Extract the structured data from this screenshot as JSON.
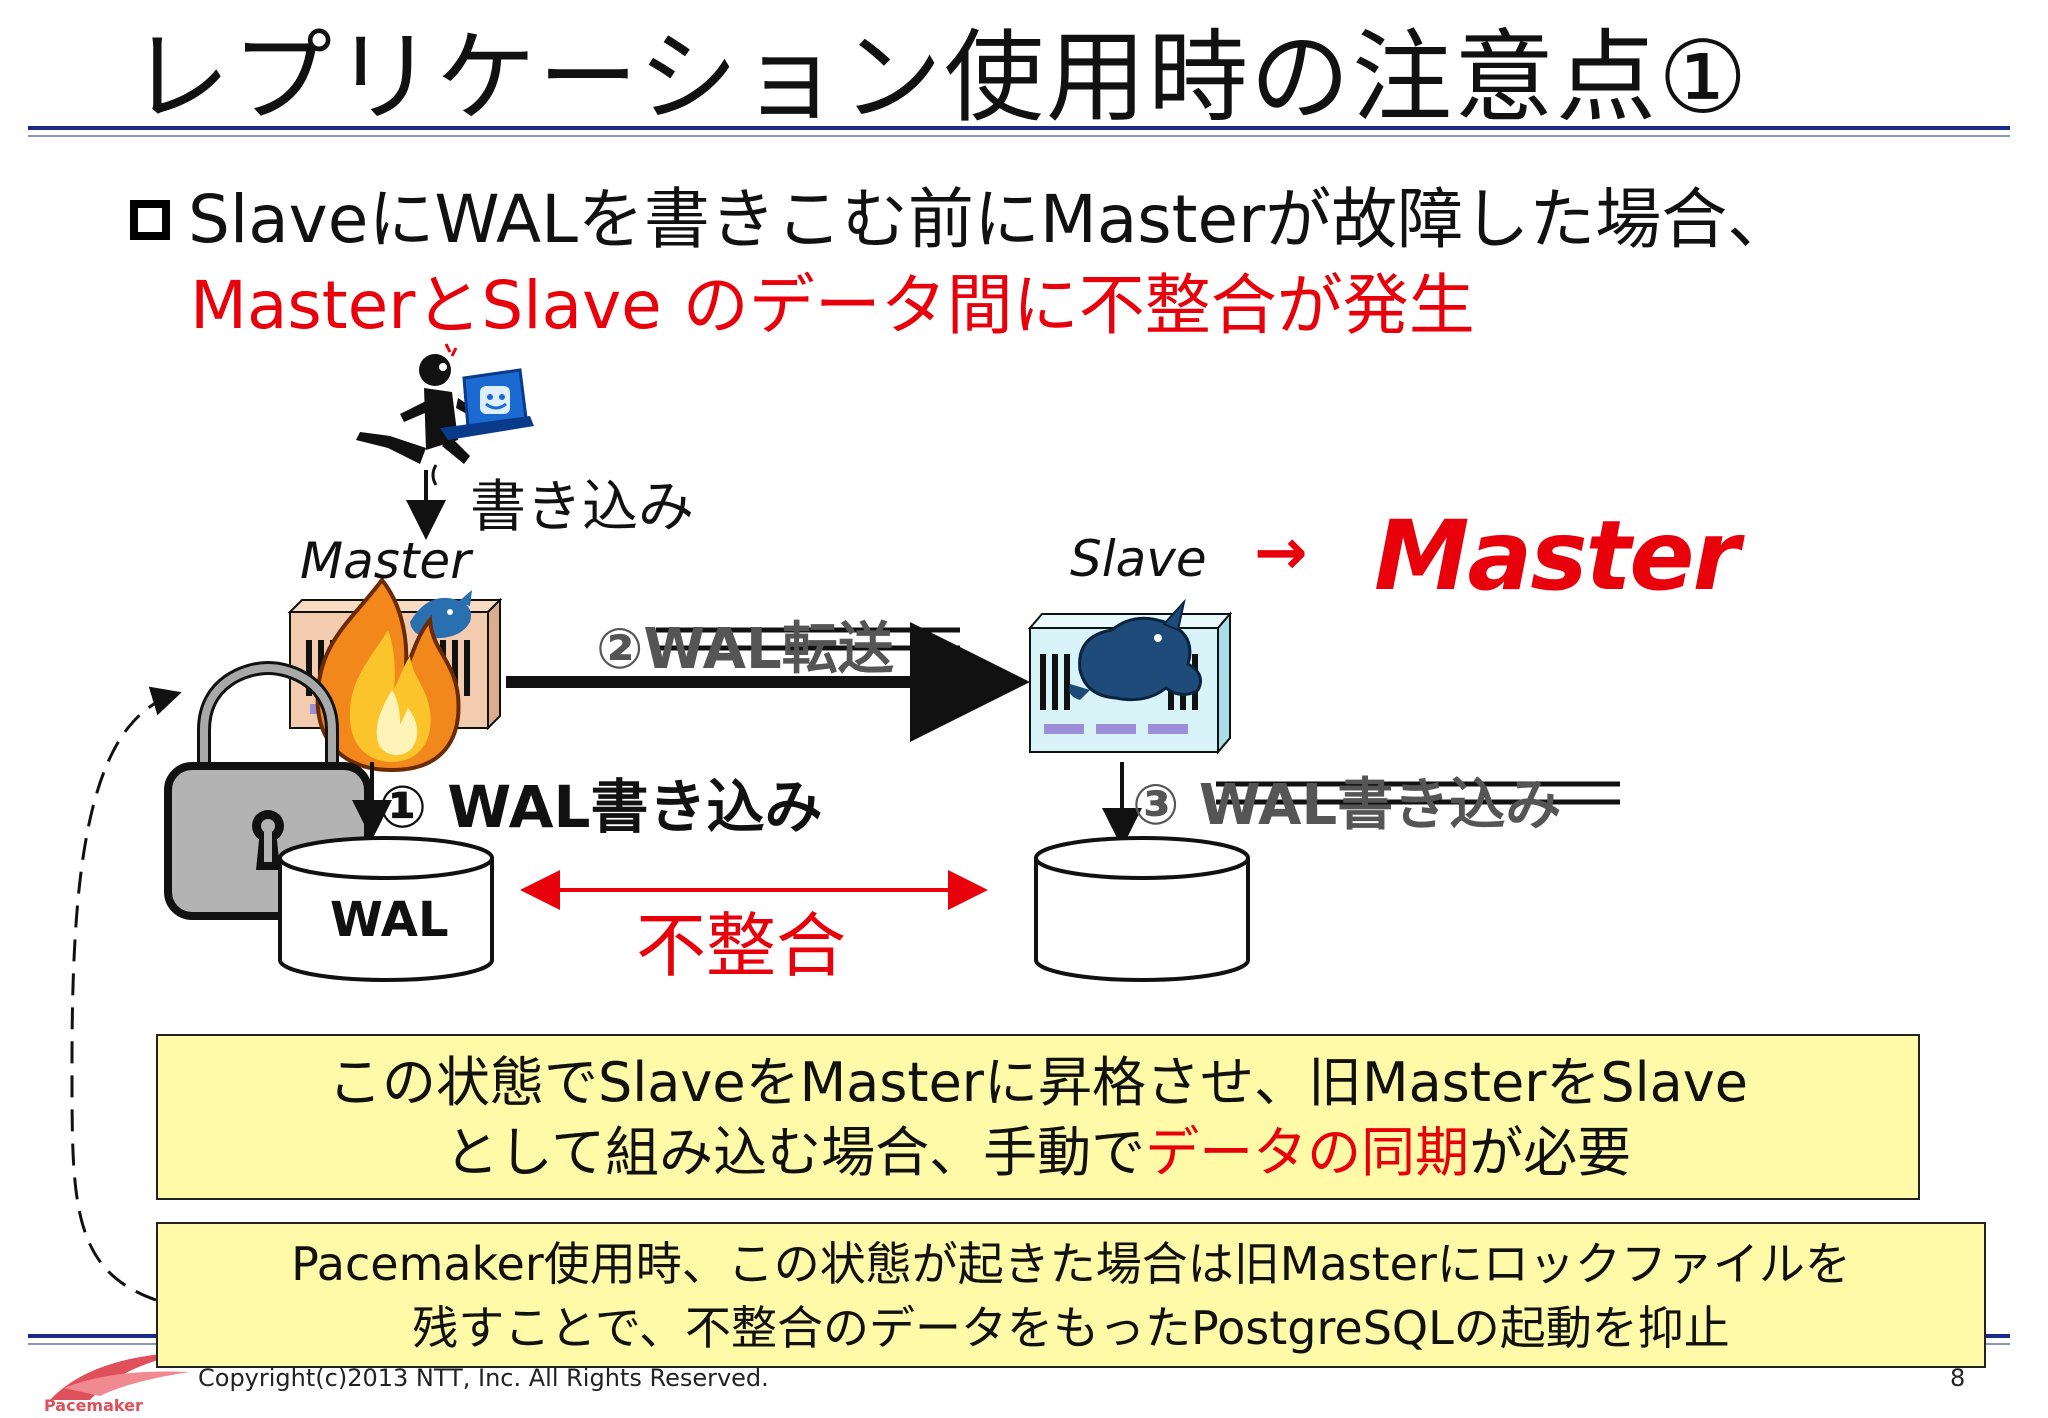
{
  "slide": {
    "title": "レプリケーション使用時の注意点①",
    "bullet": "SlaveにWALを書きこむ前にMasterが故障した場合、",
    "bullet_red": "MasterとSlave のデータ間に不整合が発生"
  },
  "diagram": {
    "write_label": "書き込み",
    "master_label": "Master",
    "slave_label": "Slave",
    "promote_arrow": "→",
    "promoted_label": "Master",
    "step1_label": "① WAL書き込み",
    "step2_label": "②WAL転送",
    "step3_label": "③ WAL書き込み",
    "wal_db_label": "WAL",
    "mismatch_label": "不整合"
  },
  "boxes": {
    "box1_line1": "この状態でSlaveをMasterに昇格させ、旧MasterをSlave",
    "box1_line2_prefix": "として組み込む場合、手動で",
    "box1_line2_red": "データの同期",
    "box1_line2_suffix": "が必要",
    "box2_line1": "Pacemaker使用時、この状態が起きた場合は旧Masterにロックファイルを",
    "box2_line2": "残すことで、不整合のデータをもったPostgreSQLの起動を抑止"
  },
  "footer": {
    "copyright": "Copyright(c)2013 NTT, Inc. All Rights Reserved.",
    "page_number": "8",
    "logo_text": "Pacemaker"
  },
  "colors": {
    "accent_red": "#e8000b",
    "header_rule": "#1c2a8c",
    "note_box": "#fefaa8",
    "server_master": "#f3ccb0",
    "server_slave": "#d8f4f8",
    "elephant": "#1e4b7a"
  },
  "icons": [
    "user-icon",
    "fire-icon",
    "padlock-icon",
    "elephant-icon",
    "database-icon",
    "server-icon"
  ]
}
